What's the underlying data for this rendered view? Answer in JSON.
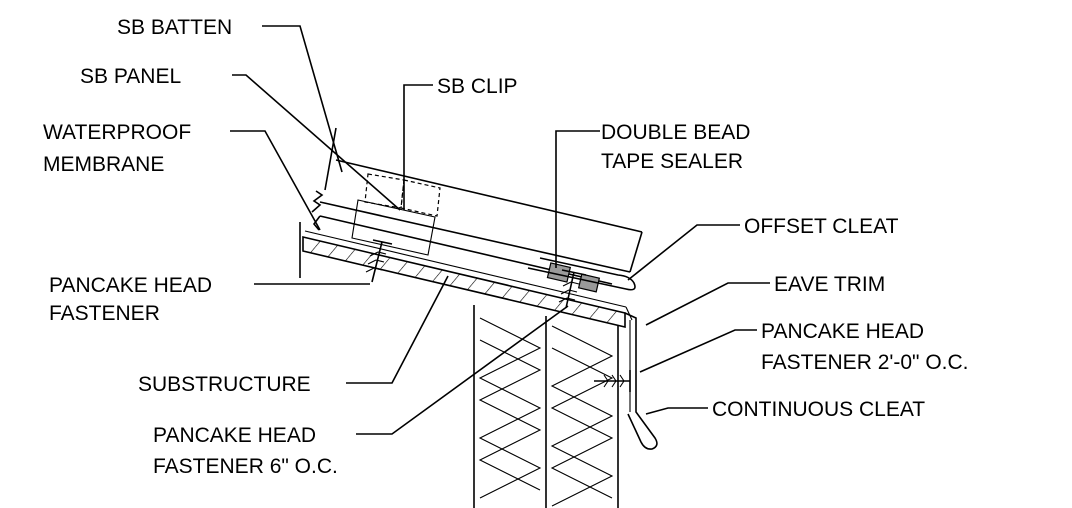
{
  "labels": {
    "sb_batten": "SB BATTEN",
    "sb_panel": "SB PANEL",
    "sb_clip": "SB CLIP",
    "waterproof_1": "WATERPROOF",
    "waterproof_2": "MEMBRANE",
    "double_bead_1": "DOUBLE BEAD",
    "double_bead_2": "TAPE SEALER",
    "offset_cleat": "OFFSET CLEAT",
    "pancake_1": "PANCAKE HEAD",
    "pancake_2": "FASTENER",
    "eave_trim": "EAVE TRIM",
    "pancake_20_1": "PANCAKE HEAD",
    "pancake_20_2": "FASTENER 2'-0\" O.C.",
    "substructure": "SUBSTRUCTURE",
    "continuous_cleat": "CONTINUOUS CLEAT",
    "pancake_6_1": "PANCAKE HEAD",
    "pancake_6_2": "FASTENER 6\" O.C."
  },
  "colors": {
    "line": "#000000",
    "sealer": "#9a9a9a",
    "background": "#ffffff"
  }
}
